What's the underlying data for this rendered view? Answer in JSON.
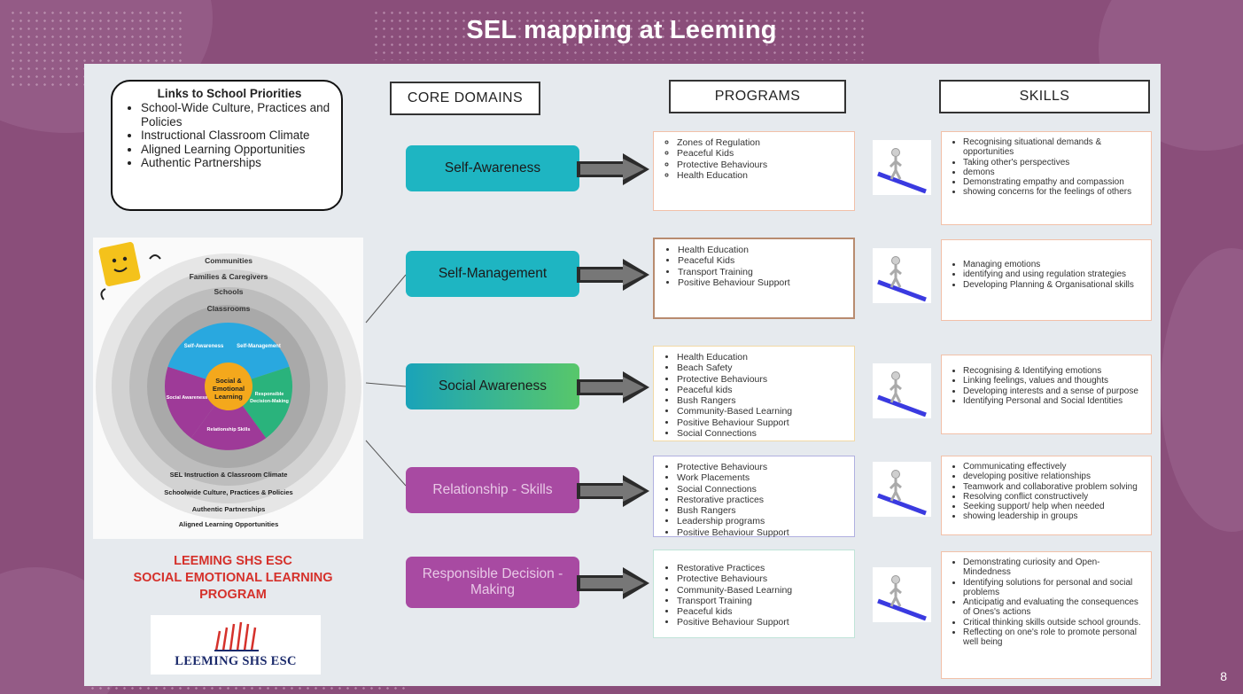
{
  "slide": {
    "title": "SEL mapping at Leeming",
    "page_number": "8",
    "colors": {
      "background": "#8a4e7a",
      "panel": "#e6eaee",
      "teal": "#1eb5c2",
      "purple": "#a84aa2",
      "red": "#d5312b",
      "navy": "#1b2a6b"
    }
  },
  "priorities": {
    "title": "Links to School Priorities",
    "items": [
      "School-Wide Culture, Practices and Policies",
      "Instructional Classroom Climate",
      "Aligned Learning Opportunities",
      "Authentic Partnerships"
    ]
  },
  "headers": {
    "core_domains": "CORE DOMAINS",
    "programs": "PROGRAMS",
    "skills": "SKILLS"
  },
  "wheel": {
    "outer_rings": [
      "Communities",
      "Families & Caregivers",
      "Schools",
      "Classrooms"
    ],
    "center": "Social & Emotional Learning",
    "segments": [
      "Self-Awareness",
      "Self-Management",
      "Responsible Decision-Making",
      "Relationship Skills",
      "Social Awareness"
    ],
    "bottom_arcs": [
      "SEL Instruction & Classroom Climate",
      "Schoolwide Culture, Practices & Policies",
      "Authentic Partnerships",
      "Aligned Learning Opportunities"
    ]
  },
  "program_title": {
    "line1": "LEEMING SHS ESC",
    "line2": "SOCIAL EMOTIONAL LEARNING",
    "line3": "PROGRAM"
  },
  "logo": {
    "text": "LEEMING SHS ESC"
  },
  "rows": [
    {
      "domain": "Self-Awareness",
      "programs": [
        "Zones of Regulation",
        "Peaceful Kids",
        "Protective Behaviours",
        "Health Education"
      ],
      "skills": [
        "Recognising situational demands & opportunities",
        "Taking other's perspectives",
        "demons",
        "Demonstrating empathy and compassion",
        "showing concerns for the feelings of others"
      ]
    },
    {
      "domain": "Self-Management",
      "programs": [
        "Health Education",
        "Peaceful Kids",
        "Transport Training",
        "Positive Behaviour Support"
      ],
      "skills": [
        "Managing emotions",
        "identifying and using regulation strategies",
        "Developing Planning & Organisational skills"
      ]
    },
    {
      "domain": "Social Awareness",
      "programs": [
        "Health Education",
        "Beach Safety",
        "Protective Behaviours",
        "Peaceful kids",
        "Bush Rangers",
        "Community-Based Learning",
        "Positive Behaviour Support",
        "Social Connections"
      ],
      "skills": [
        "Recognising & Identifying emotions",
        "Linking feelings, values and thoughts",
        "Developing interests and a sense of purpose",
        "Identifying Personal and Social Identities"
      ]
    },
    {
      "domain": "Relationship - Skills",
      "programs": [
        "Protective Behaviours",
        "Work Placements",
        "Social Connections",
        "Restorative practices",
        "Bush Rangers",
        "Leadership programs",
        "Positive Behaviour Support"
      ],
      "skills": [
        "Communicating effectively",
        "developing positive relationships",
        "Teamwork and collaborative problem solving",
        "Resolving conflict constructively",
        "Seeking support/ help when needed",
        "showing leadership in groups"
      ]
    },
    {
      "domain": "Responsible Decision - Making",
      "programs": [
        "Restorative Practices",
        "Protective Behaviours",
        "Community-Based Learning",
        "Transport Training",
        "Peaceful kids",
        "Positive Behaviour Support"
      ],
      "skills": [
        "Demonstrating curiosity and Open-Mindedness",
        "Identifying solutions for personal and social problems",
        "Anticipatig and evaluating the consequences of Ones's actions",
        "Critical thinking skills outside school grounds.",
        "Reflecting on one's role to promote personal well being"
      ]
    }
  ]
}
